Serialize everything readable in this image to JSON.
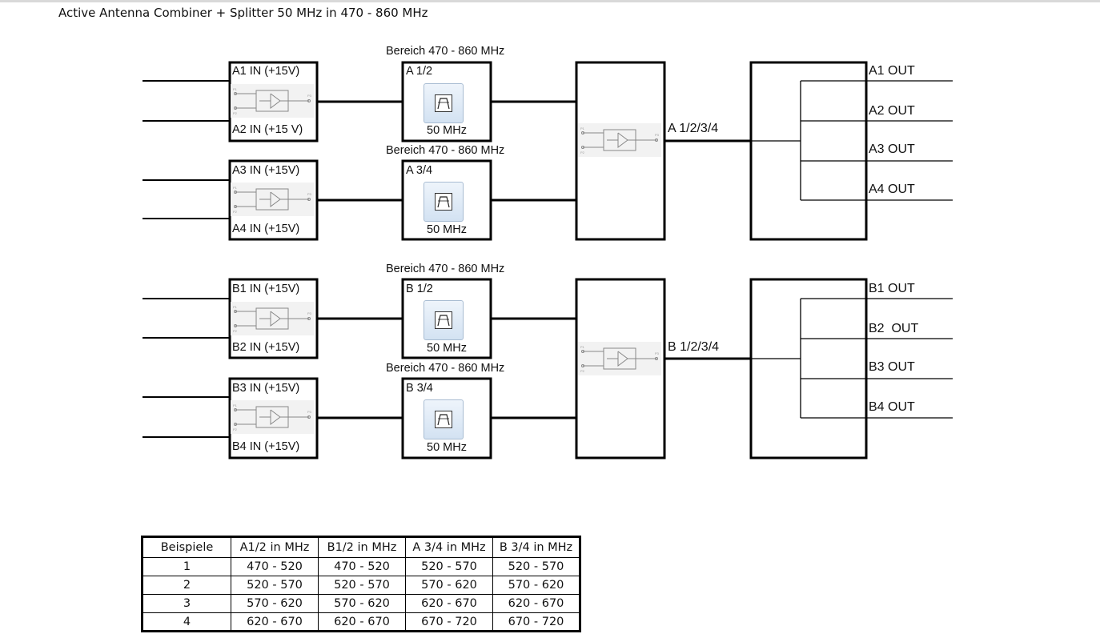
{
  "title": "Active Antenna Combiner + Splitter 50 MHz in 470 - 860 MHz",
  "combiners": {
    "a12": {
      "top_label": "A1 IN (+15V)",
      "bottom_label": "A2 IN (+15 V)"
    },
    "a34": {
      "top_label": "A3 IN (+15V)",
      "bottom_label": "A4 IN (+15V)"
    },
    "b12": {
      "top_label": "B1 IN (+15V)",
      "bottom_label": "B2 IN (+15V)"
    },
    "b34": {
      "top_label": "B3 IN (+15V)",
      "bottom_label": "B4 IN (+15V)"
    }
  },
  "filters": {
    "a12": {
      "range_label": "Bereich 470 - 860 MHz",
      "name": "A 1/2",
      "bandwidth": "50 MHz"
    },
    "a34": {
      "range_label": "Bereich 470 - 860 MHz",
      "name": "A 3/4",
      "bandwidth": "50 MHz"
    },
    "b12": {
      "range_label": "Bereich 470 - 860 MHz",
      "name": "B 1/2",
      "bandwidth": "50 MHz"
    },
    "b34": {
      "range_label": "Bereich 470 - 860 MHz",
      "name": "B 3/4",
      "bandwidth": "50 MHz"
    }
  },
  "main_combiners": {
    "a": {
      "label": "A 1/2/3/4"
    },
    "b": {
      "label": "B 1/2/3/4"
    }
  },
  "splitters": {
    "a": {
      "outputs": [
        "A1 OUT",
        "A2 OUT",
        "A3 OUT",
        "A4 OUT"
      ]
    },
    "b": {
      "outputs": [
        "B1 OUT",
        "B2  OUT",
        "B3 OUT",
        "B4 OUT"
      ]
    }
  },
  "examples_table": {
    "headers": [
      "Beispiele",
      "A1/2 in MHz",
      "B1/2 in MHz",
      "A 3/4 in MHz",
      "B 3/4 in MHz"
    ],
    "rows": [
      [
        "1",
        "470 - 520",
        "470 - 520",
        "520 - 570",
        "520 - 570"
      ],
      [
        "2",
        "520 - 570",
        "520 - 570",
        "570 - 620",
        "570 - 620"
      ],
      [
        "3",
        "570 - 620",
        "570 - 620",
        "620 - 670",
        "620 - 670"
      ],
      [
        "4",
        "620 - 670",
        "620 - 670",
        "670 - 720",
        "670 - 720"
      ]
    ]
  },
  "icons": {
    "combiner_symbol": "combiner-icon",
    "filter_symbol": "bandpass-filter-icon"
  }
}
